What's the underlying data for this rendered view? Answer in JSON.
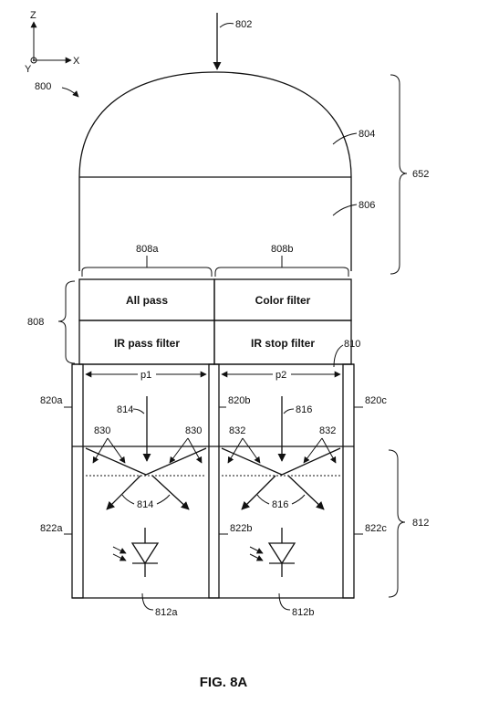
{
  "axes": {
    "z": "Z",
    "x": "X",
    "y": "Y"
  },
  "labels": {
    "l800": "800",
    "l802": "802",
    "l804": "804",
    "l806": "806",
    "l652": "652",
    "l808a": "808a",
    "l808b": "808b",
    "l808": "808",
    "l810": "810",
    "p1": "p1",
    "p2": "p2",
    "l820a": "820a",
    "l820b": "820b",
    "l820c": "820c",
    "l814_top": "814",
    "l816_top": "816",
    "l830_left": "830",
    "l830_right": "830",
    "l832_left": "832",
    "l832_right": "832",
    "l814_bottom": "814",
    "l816_bottom": "816",
    "l822a": "822a",
    "l822b": "822b",
    "l822c": "822c",
    "l812": "812",
    "l812a": "812a",
    "l812b": "812b"
  },
  "filters": {
    "all_pass": "All pass",
    "color_filter": "Color filter",
    "ir_pass": "IR pass filter",
    "ir_stop": "IR stop filter"
  },
  "caption": "FIG. 8A"
}
